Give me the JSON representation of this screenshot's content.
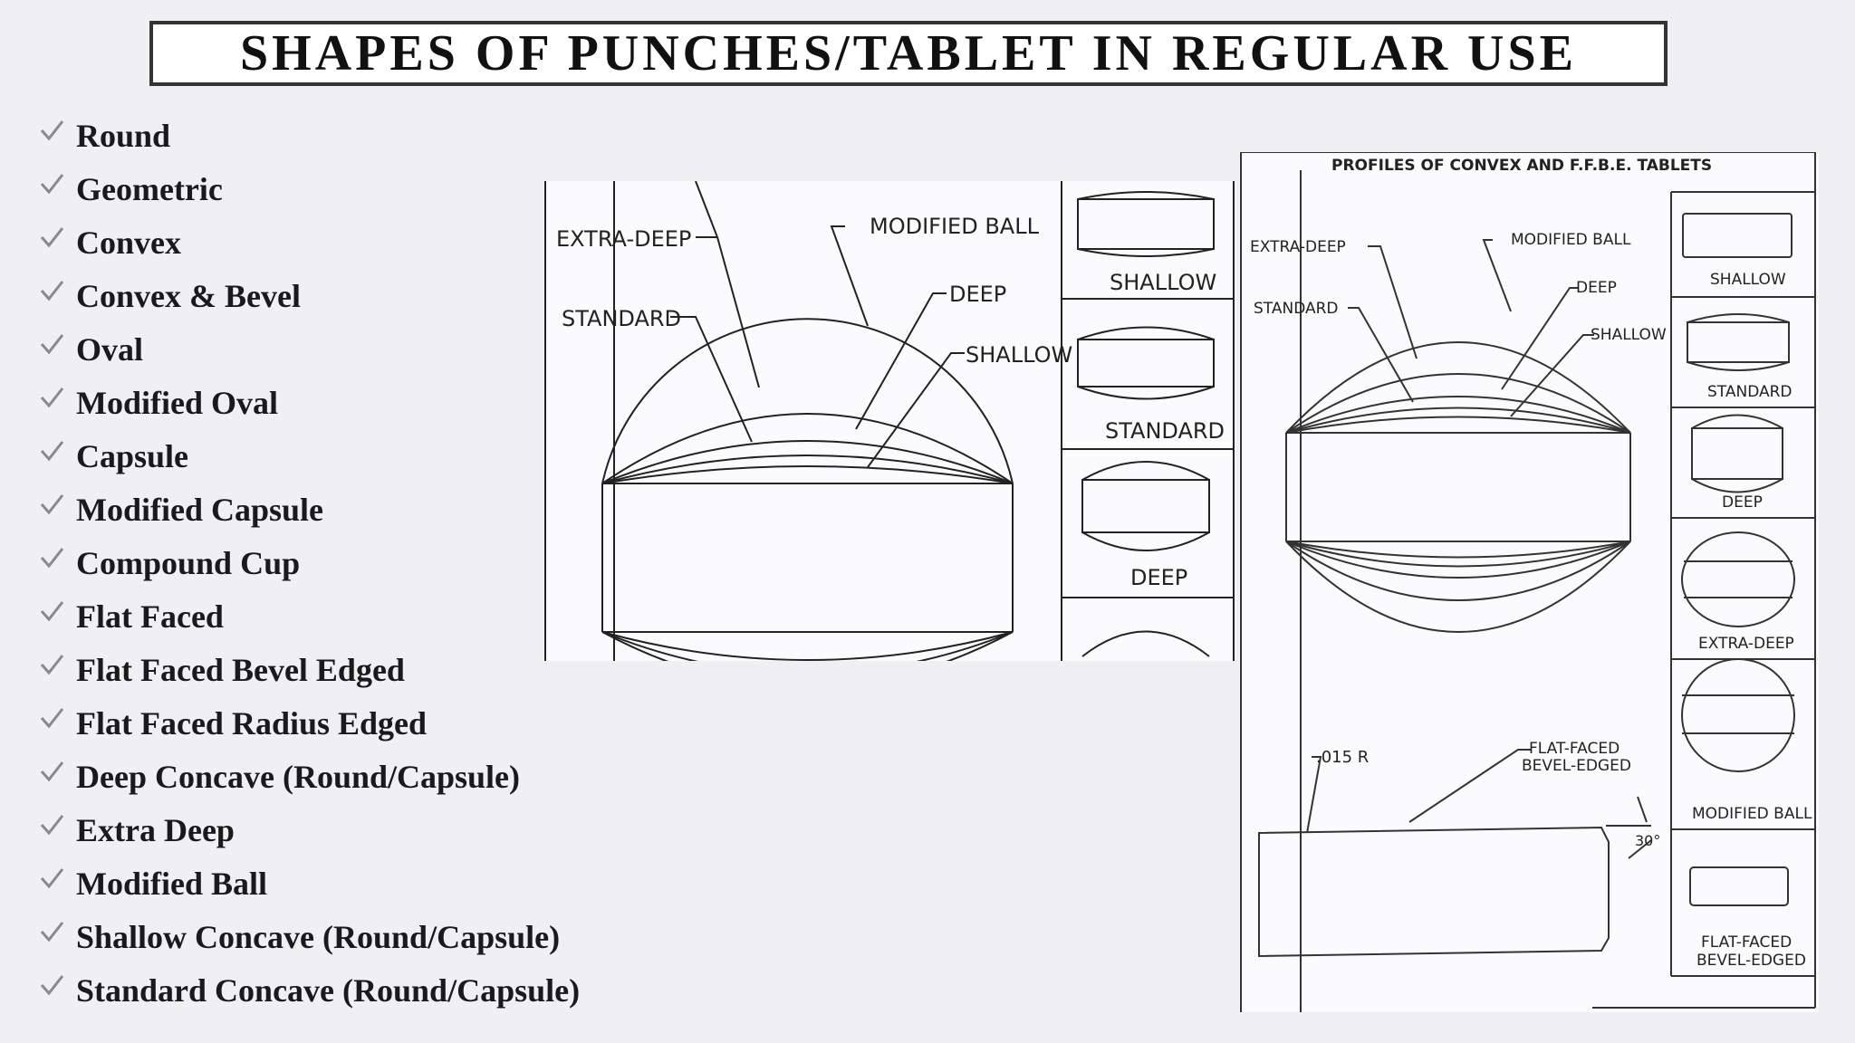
{
  "title": "SHAPES  OF PUNCHES/TABLET  IN REGULAR USE",
  "shapes": [
    "Round",
    "Geometric",
    "Convex",
    "Convex & Bevel",
    "Oval",
    "Modified Oval",
    "Capsule",
    "Modified Capsule",
    "Compound Cup",
    "Flat Faced",
    "Flat Faced Bevel Edged",
    "Flat Faced Radius Edged",
    "Deep Concave (Round/Capsule)",
    "Extra Deep",
    "Modified Ball",
    "Shallow Concave (Round/Capsule)",
    "Standard Concave (Round/Capsule)"
  ],
  "icons": {
    "bullet": "check-icon"
  },
  "colors": {
    "check": "#8a8a8a",
    "title_border": "#333333",
    "background": "#f0eff3"
  },
  "diagram_left": {
    "labels": {
      "extra_deep": "EXTRA-DEEP",
      "modified_ball": "MODIFIED BALL",
      "standard": "STANDARD",
      "deep": "DEEP",
      "shallow": "SHALLOW"
    },
    "profiles": [
      "SHALLOW",
      "STANDARD",
      "DEEP"
    ]
  },
  "diagram_right": {
    "heading": "PROFILES OF CONVEX AND F.F.B.E. TABLETS",
    "labels": {
      "extra_deep": "EXTRA-DEEP",
      "modified_ball": "MODIFIED BALL",
      "standard": "STANDARD",
      "deep": "DEEP",
      "shallow": "SHALLOW",
      "radius": ".015 R",
      "ffbe_line1": "FLAT-FACED",
      "ffbe_line2": "BEVEL-EDGED",
      "angle": "30°"
    },
    "profiles": [
      "SHALLOW",
      "STANDARD",
      "DEEP",
      "EXTRA-DEEP",
      "MODIFIED BALL"
    ],
    "profile_last_line1": "FLAT-FACED",
    "profile_last_line2": "BEVEL-EDGED"
  }
}
